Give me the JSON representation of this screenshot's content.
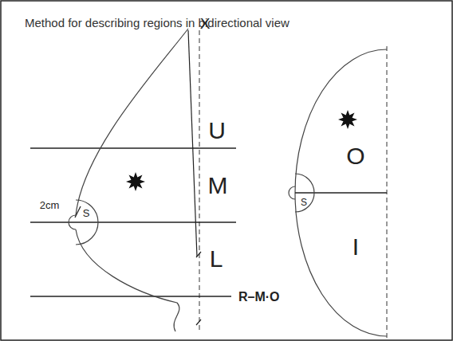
{
  "diagram": {
    "title": "Method for describing regions in bidirectional view",
    "labels": [
      "X",
      "U",
      "M",
      "2cm",
      "S",
      "L",
      "R–M·O",
      "O",
      "S",
      "I"
    ]
  }
}
